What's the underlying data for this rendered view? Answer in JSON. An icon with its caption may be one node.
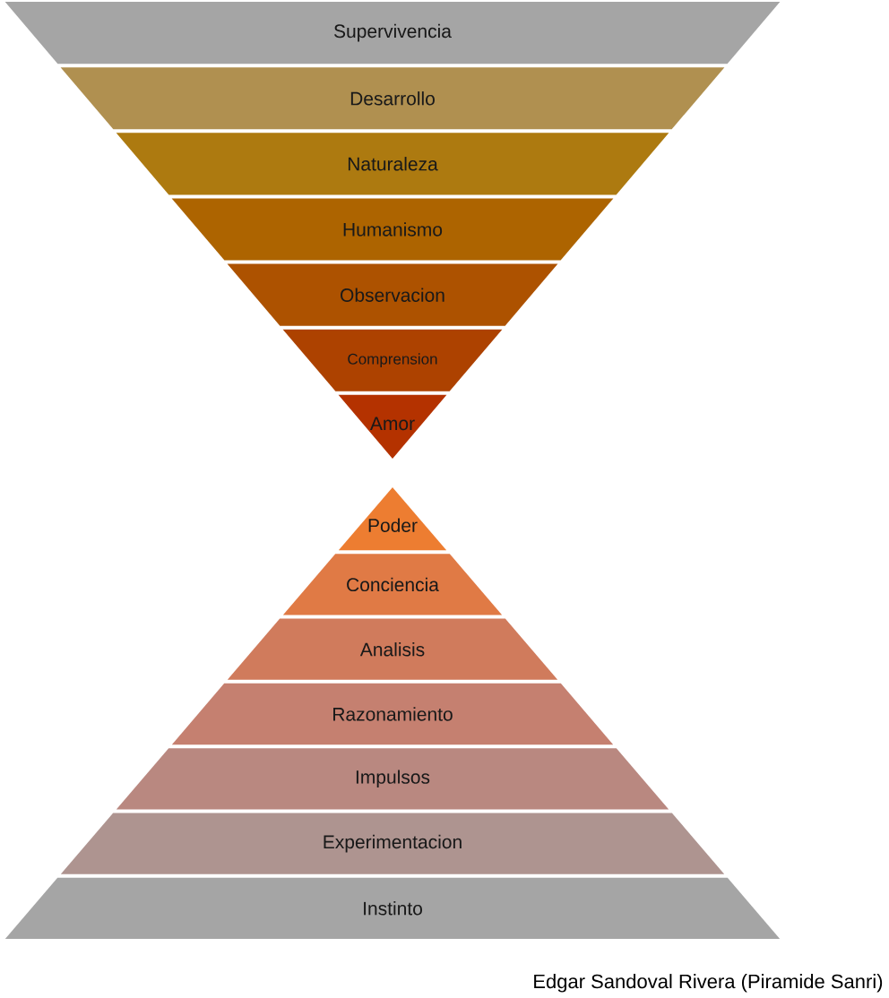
{
  "diagram": {
    "nodes": [
      {
        "text": [
          "Supervivencia"
        ]
      },
      {
        "text": [
          "Desarrollo"
        ]
      },
      {
        "text": [
          "Naturaleza"
        ]
      },
      {
        "text": [
          "Humanismo"
        ]
      },
      {
        "text": [
          "Observacion"
        ]
      },
      {
        "text": [
          "Comprension"
        ]
      },
      {
        "text": [
          "Amor"
        ]
      },
      {
        "text": [
          "Poder"
        ]
      },
      {
        "text": [
          "Conciencia"
        ]
      },
      {
        "text": [
          "Analisis"
        ]
      },
      {
        "text": [
          "Razonamiento"
        ]
      },
      {
        "text": [
          "Impulsos"
        ]
      },
      {
        "text": [
          "Experimentacion"
        ]
      },
      {
        "text": [
          "Instinto"
        ]
      }
    ],
    "labels": [
      "Edgar Sandoval Rivera (Piramide Sanri)"
    ]
  }
}
